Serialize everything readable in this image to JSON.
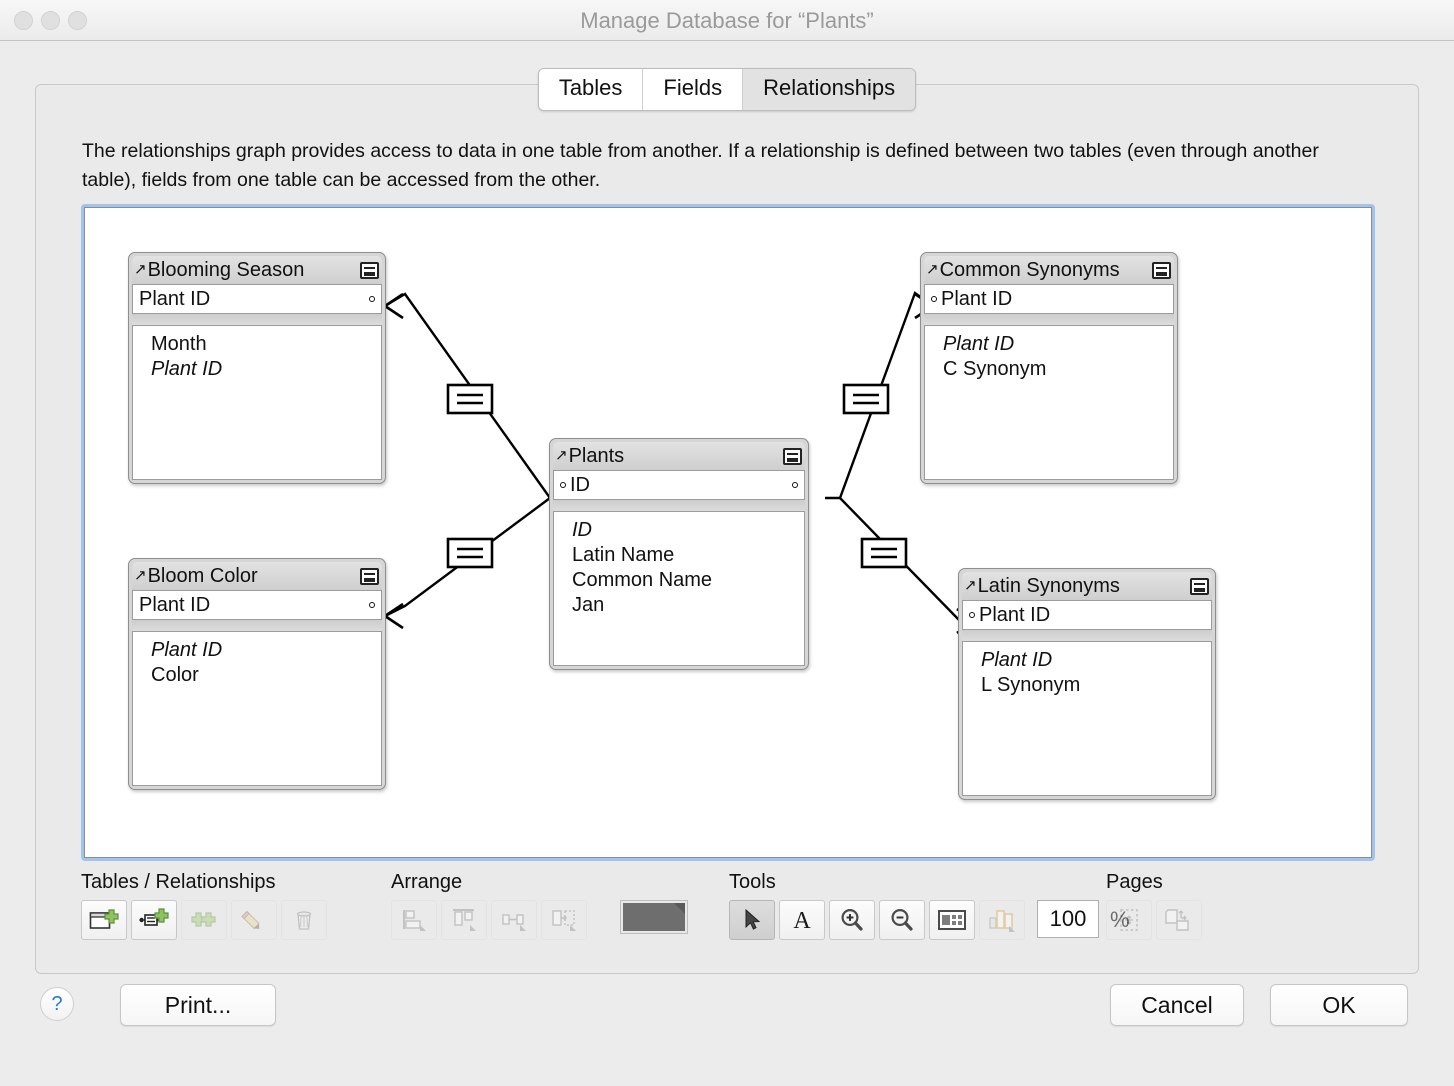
{
  "window": {
    "title": "Manage Database for “Plants”",
    "traffic_lights": [
      "close",
      "minimize",
      "zoom"
    ]
  },
  "tabs": [
    {
      "label": "Tables",
      "selected": false
    },
    {
      "label": "Fields",
      "selected": false
    },
    {
      "label": "Relationships",
      "selected": true
    }
  ],
  "description": "The relationships graph provides access to data in one table from another. If a relationship is defined between two tables (even through another table), fields from one table can be accessed from the other.",
  "graph": {
    "tables": [
      {
        "name": "Blooming Season",
        "key_field": "Plant ID",
        "key_dot_left": false,
        "key_dot_right": true,
        "fields": [
          {
            "label": "Month",
            "italic": false
          },
          {
            "label": "Plant ID",
            "italic": true
          }
        ]
      },
      {
        "name": "Bloom Color",
        "key_field": "Plant ID",
        "key_dot_left": false,
        "key_dot_right": true,
        "fields": [
          {
            "label": "Plant ID",
            "italic": true
          },
          {
            "label": "Color",
            "italic": false
          }
        ]
      },
      {
        "name": "Plants",
        "key_field": "ID",
        "key_dot_left": true,
        "key_dot_right": true,
        "fields": [
          {
            "label": "ID",
            "italic": true
          },
          {
            "label": "Latin Name",
            "italic": false
          },
          {
            "label": "Common Name",
            "italic": false
          },
          {
            "label": "Jan",
            "italic": false
          }
        ]
      },
      {
        "name": "Common Synonyms",
        "key_field": "Plant ID",
        "key_dot_left": true,
        "key_dot_right": false,
        "fields": [
          {
            "label": "Plant ID",
            "italic": true
          },
          {
            "label": "C Synonym",
            "italic": false
          }
        ]
      },
      {
        "name": "Latin Synonyms",
        "key_field": "Plant ID",
        "key_dot_left": true,
        "key_dot_right": false,
        "fields": [
          {
            "label": "Plant ID",
            "italic": true
          },
          {
            "label": "L Synonym",
            "italic": false
          }
        ]
      }
    ],
    "relationships": [
      {
        "from": "Blooming Season",
        "to": "Plants",
        "operator": "="
      },
      {
        "from": "Bloom Color",
        "to": "Plants",
        "operator": "="
      },
      {
        "from": "Plants",
        "to": "Common Synonyms",
        "operator": "="
      },
      {
        "from": "Plants",
        "to": "Latin Synonyms",
        "operator": "="
      }
    ]
  },
  "toolbar": {
    "groups": [
      {
        "label": "Tables / Relationships",
        "buttons": [
          {
            "name": "add-table-button",
            "disabled": false
          },
          {
            "name": "add-relationship-button",
            "disabled": false
          },
          {
            "name": "duplicate-button",
            "disabled": true
          },
          {
            "name": "edit-button",
            "disabled": true
          },
          {
            "name": "delete-button",
            "disabled": true
          }
        ]
      },
      {
        "label": "Arrange",
        "buttons": [
          {
            "name": "align-left-button",
            "disabled": true
          },
          {
            "name": "align-top-button",
            "disabled": true
          },
          {
            "name": "distribute-button",
            "disabled": true
          },
          {
            "name": "resize-button",
            "disabled": true
          }
        ]
      },
      {
        "label": "Tools",
        "buttons": [
          {
            "name": "pointer-tool-button",
            "disabled": false,
            "active": true
          },
          {
            "name": "text-tool-button",
            "disabled": false
          },
          {
            "name": "zoom-in-button",
            "disabled": false
          },
          {
            "name": "zoom-out-button",
            "disabled": false
          },
          {
            "name": "fit-to-window-button",
            "disabled": false
          },
          {
            "name": "toggle-notes-button",
            "disabled": true
          }
        ]
      },
      {
        "label": "Pages",
        "buttons": [
          {
            "name": "page-breaks-button",
            "disabled": true
          },
          {
            "name": "page-setup-button",
            "disabled": true
          }
        ]
      }
    ],
    "color_swatch": "#6e6e6e",
    "zoom_value": "100",
    "zoom_unit": "%"
  },
  "footer": {
    "help_label": "?",
    "print_label": "Print...",
    "cancel_label": "Cancel",
    "ok_label": "OK"
  },
  "colors": {
    "window_bg": "#ececec",
    "panel_bg": "#eaeaea",
    "canvas_bg": "#ffffff",
    "focus_ring": "#a2c4ec",
    "table_header": "#d6d6d6",
    "accent_blue": "#2a7ad4"
  }
}
